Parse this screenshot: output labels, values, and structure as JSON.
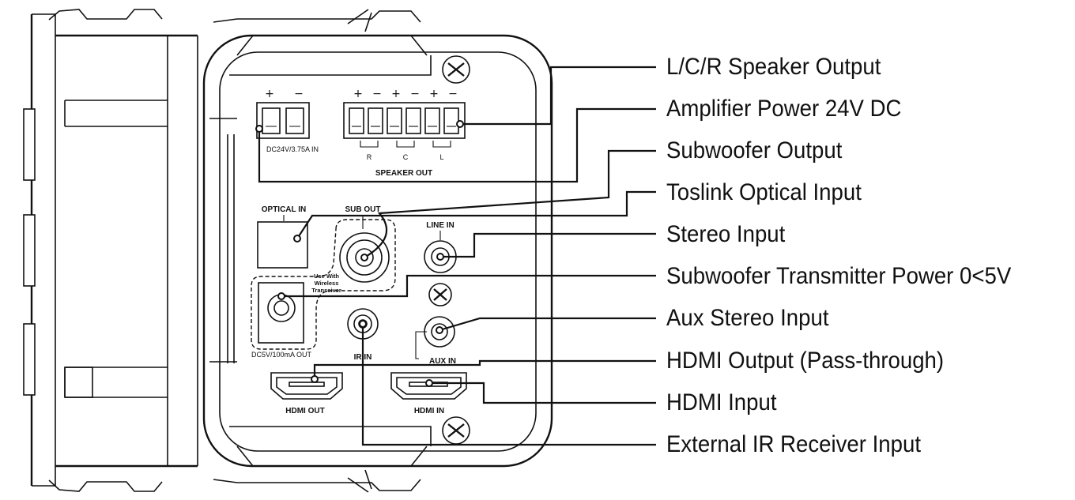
{
  "callouts": [
    "L/C/R Speaker Output",
    "Amplifier Power 24V DC",
    "Subwoofer Output",
    "Toslink Optical Input",
    "Stereo Input",
    "Subwoofer Transmitter Power 0<5V",
    "Aux Stereo Input",
    "HDMI Output (Pass-through)",
    "HDMI Input",
    "External IR Receiver Input"
  ],
  "panel": {
    "dc_in_label": "DC24V/3.75A IN",
    "speaker_out_label": "SPEAKER OUT",
    "channel_r": "R",
    "channel_c": "C",
    "channel_l": "L",
    "plus": "+",
    "minus": "−",
    "optical_in_label": "OPTICAL IN",
    "sub_out_label": "SUB OUT",
    "line_in_label": "LINE IN",
    "use_with_line1": "Use With",
    "use_with_line2": "Wireless",
    "use_with_line3": "Transeiver",
    "dc5v_label": "DC5V/100mA OUT",
    "ir_in_label": "IR IN",
    "aux_in_label": "AUX IN",
    "hdmi_out_label": "HDMI OUT",
    "hdmi_in_label": "HDMI IN"
  },
  "colors": {
    "line": "#111111",
    "background": "#ffffff"
  }
}
